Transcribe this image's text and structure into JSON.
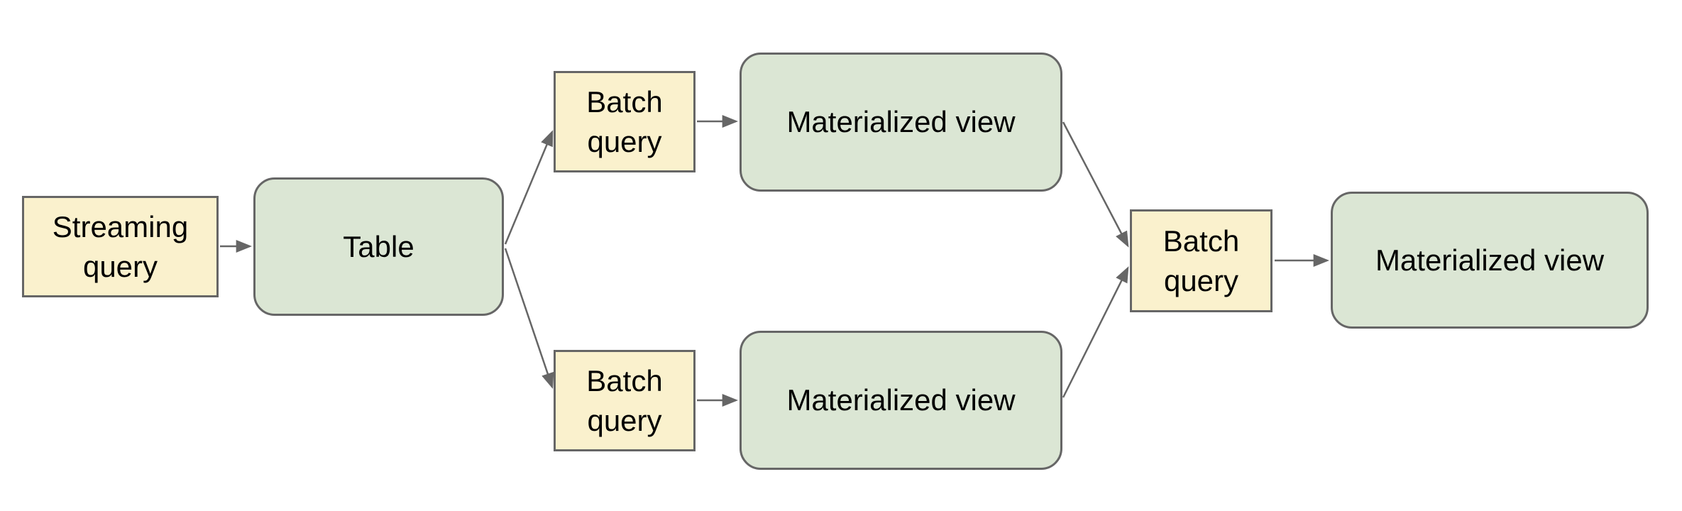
{
  "diagram": {
    "background_color": "#ffffff",
    "colors": {
      "query_box_fill": "#faf1cd",
      "view_box_fill": "#dbe6d4",
      "box_border": "#666666",
      "arrow": "#666666",
      "text": "#000000"
    },
    "nodes": [
      {
        "id": "streaming-query",
        "label": "Streaming query",
        "shape": "rectangle"
      },
      {
        "id": "table",
        "label": "Table",
        "shape": "rounded-rectangle"
      },
      {
        "id": "batch-query-top",
        "label": "Batch query",
        "shape": "rectangle"
      },
      {
        "id": "materialized-view-top",
        "label": "Materialized view",
        "shape": "rounded-rectangle"
      },
      {
        "id": "batch-query-bottom",
        "label": "Batch query",
        "shape": "rectangle"
      },
      {
        "id": "materialized-view-bottom",
        "label": "Materialized view",
        "shape": "rounded-rectangle"
      },
      {
        "id": "batch-query-right",
        "label": "Batch query",
        "shape": "rectangle"
      },
      {
        "id": "materialized-view-right",
        "label": "Materialized view",
        "shape": "rounded-rectangle"
      }
    ],
    "edges": [
      {
        "from": "streaming-query",
        "to": "table"
      },
      {
        "from": "table",
        "to": "batch-query-top"
      },
      {
        "from": "table",
        "to": "batch-query-bottom"
      },
      {
        "from": "batch-query-top",
        "to": "materialized-view-top"
      },
      {
        "from": "batch-query-bottom",
        "to": "materialized-view-bottom"
      },
      {
        "from": "materialized-view-top",
        "to": "batch-query-right"
      },
      {
        "from": "materialized-view-bottom",
        "to": "batch-query-right"
      },
      {
        "from": "batch-query-right",
        "to": "materialized-view-right"
      }
    ]
  }
}
